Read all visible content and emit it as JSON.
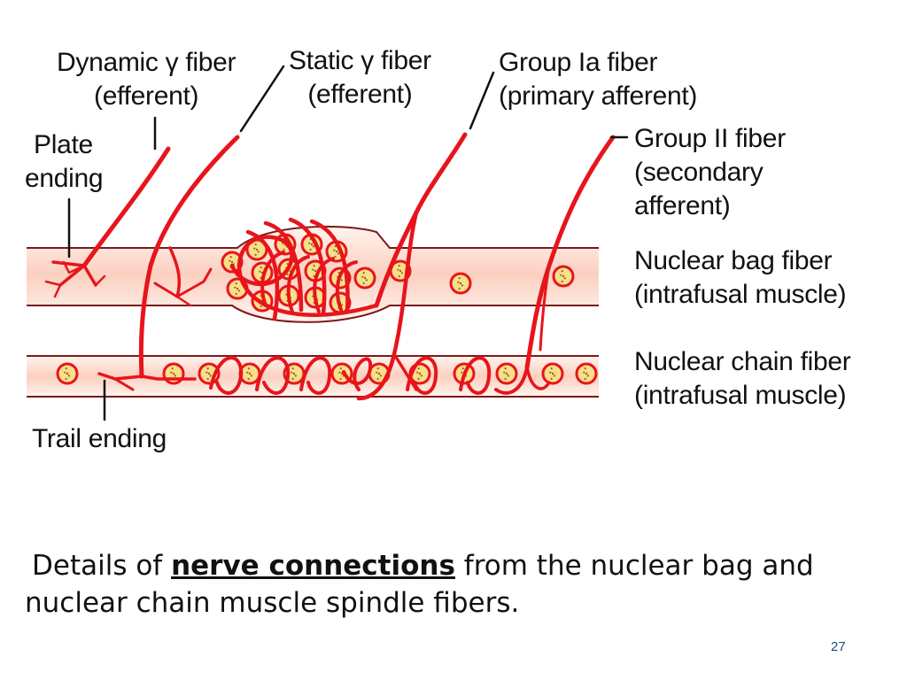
{
  "labels": {
    "dynamic_gamma": [
      "Dynamic γ fiber",
      "(efferent)"
    ],
    "static_gamma": [
      "Static γ fiber",
      "(efferent)"
    ],
    "group_ia": [
      "Group Ia fiber",
      "(primary afferent)"
    ],
    "group_ii": [
      "Group II fiber",
      "(secondary",
      "afferent)"
    ],
    "plate_ending": [
      "Plate",
      "ending"
    ],
    "nuclear_bag": [
      "Nuclear bag fiber",
      "(intrafusal muscle)"
    ],
    "nuclear_chain": [
      "Nuclear chain fiber",
      "(intrafusal muscle)"
    ],
    "trail_ending": [
      "Trail ending"
    ]
  },
  "caption": {
    "prefix": "Details of ",
    "bold": "nerve connections",
    "suffix": " from the nuclear bag and nuclear chain muscle spindle fibers."
  },
  "slide_number": "27",
  "colors": {
    "nerve": "#e8141c",
    "fiber_fill": "#fde3d6",
    "fiber_line": "#7a1a1a",
    "nucleus_fill": "#f6e08a"
  }
}
